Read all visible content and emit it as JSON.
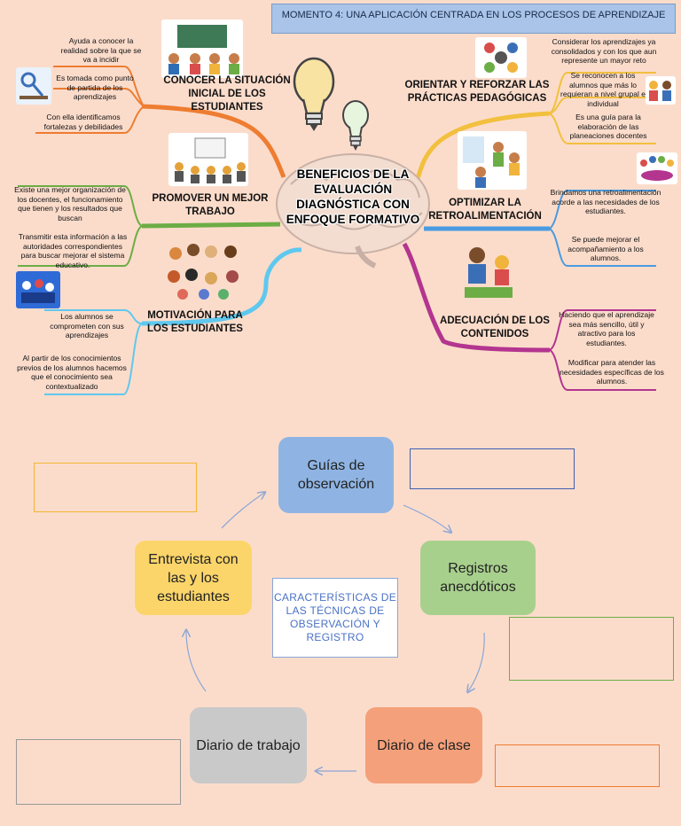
{
  "header": {
    "title": "MOMENTO 4: UNA APLICACIÓN CENTRADA EN LOS PROCESOS DE APRENDIZAJE"
  },
  "mindmap": {
    "center": "BENEFICIOS DE LA EVALUACIÓN DIAGNÓSTICA CON ENFOQUE FORMATIVO",
    "branches": [
      {
        "title": "CONOCER LA SITUACIÓN INICIAL DE LOS ESTUDIANTES",
        "color": "#ee7d31",
        "notes": [
          "Ayuda a conocer la realidad sobre la que se va a incidir",
          "Es tomada como punto de partida de los aprendizajes",
          "Con ella identificamos fortalezas y debilidades"
        ]
      },
      {
        "title": "PROMOVER UN MEJOR TRABAJO",
        "color": "#6cad45",
        "notes": [
          "Existe una mejor organización de los docentes, el funcionamiento que tienen y los resultados que buscan",
          "Transmitir esta información a las autoridades correspondientes para buscar mejorar el sistema educativo."
        ]
      },
      {
        "title": "MOTIVACIÓN PARA LOS ESTUDIANTES",
        "color": "#5fc8ee",
        "notes": [
          "Los alumnos se comprometen con sus aprendizajes",
          "Al partir de los conocimientos previos de los alumnos hacemos que el conocimiento sea contextualizado"
        ]
      },
      {
        "title": "ORIENTAR Y REFORZAR LAS PRÁCTICAS PEDAGÓGICAS",
        "color": "#f2c03e",
        "notes": [
          "Considerar los aprendizajes ya consolidados y con los que aun represente un mayor reto",
          "Se reconocen a los alumnos que más lo requieran a nivel grupal e individual",
          "Es una guía para la elaboración de las planeaciones docentes"
        ]
      },
      {
        "title": "OPTIMIZAR LA RETROALIMENTACIÓN",
        "color": "#4a9be0",
        "notes": [
          "Brindamos una retroalimentación acorde a las necesidades de los estudiantes.",
          "Se puede mejorar el acompañamiento a los alumnos."
        ]
      },
      {
        "title": "ADECUACIÓN DE LOS CONTENIDOS",
        "color": "#b3358f",
        "notes": [
          "Haciendo que el aprendizaje sea más sencillo, útil y atractivo para los estudiantes.",
          "Modificar para atender las necesidades específicas de los alumnos."
        ]
      }
    ]
  },
  "cycle": {
    "center": "CARACTERÍSTICAS DE LAS TÉCNICAS DE OBSERVACIÓN Y REGISTRO",
    "nodes": [
      {
        "label": "Guías de observación",
        "color": "#8fb4e3",
        "answer_box_color": "#3f5fb0"
      },
      {
        "label": "Registros anecdóticos",
        "color": "#a8d08d",
        "answer_box_color": "#6cad45"
      },
      {
        "label": "Diario de clase",
        "color": "#f4a07a",
        "answer_box_color": "#ee7d31"
      },
      {
        "label": "Diario de trabajo",
        "color": "#c9c9c9",
        "answer_box_color": "#999999"
      },
      {
        "label": "Entrevista con las y los estudiantes",
        "color": "#fbd56a",
        "answer_box_color": "#f2b630"
      }
    ]
  }
}
